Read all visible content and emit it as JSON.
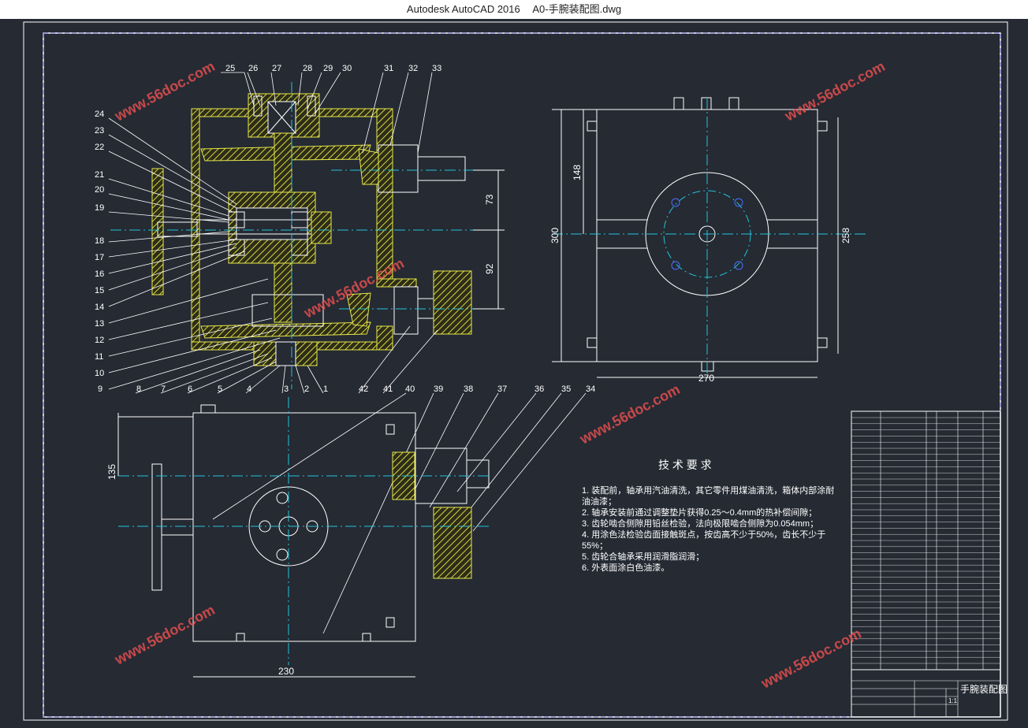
{
  "window": {
    "app": "Autodesk AutoCAD 2016",
    "file": "A0-手腕装配图.dwg"
  },
  "callouts": {
    "top_row": [
      "25",
      "26",
      "27",
      "28",
      "29",
      "30",
      "31",
      "32",
      "33"
    ],
    "left_col": [
      "24",
      "23",
      "22",
      "21",
      "20",
      "19",
      "18",
      "17",
      "16",
      "15",
      "14",
      "13",
      "12",
      "11",
      "10",
      "9"
    ],
    "bottom_row": [
      "8",
      "7",
      "6",
      "5",
      "4",
      "3",
      "2",
      "1",
      "42",
      "41"
    ],
    "lower_row": [
      "40",
      "39",
      "38",
      "37",
      "36",
      "35",
      "34"
    ]
  },
  "dimensions": {
    "d73": "73",
    "d92": "92",
    "d148": "148",
    "d300": "300",
    "d258": "258",
    "d270": "270",
    "d135": "135",
    "d230": "230"
  },
  "tech": {
    "title": "技 术 要 求",
    "lines": [
      "1. 装配前，轴承用汽油清洗，其它零件用煤油清洗，箱体内部涂耐",
      "油油漆；",
      "2. 轴承安装前通过调整垫片获得0.25～0.4mm的热补偿间隙；",
      "3. 齿轮啮合侧隙用铅丝检验，法向极限啮合侧隙为0.054mm；",
      "4. 用涂色法检验齿面接触斑点，按齿高不少于50%，齿长不少于",
      "55%；",
      "5. 齿轮合轴承采用润滑脂润滑；",
      "6. 外表面涂白色油漆。"
    ]
  },
  "title_block": {
    "name": "手腕装配图",
    "ratio": "1:1"
  },
  "watermark": "www.56doc.com",
  "colors": {
    "bg": "#252a33",
    "line": "#ffffff",
    "part": "#e8e84a",
    "center": "#22c4d8",
    "hatch": "#d6d640",
    "border": "#ffffff"
  }
}
